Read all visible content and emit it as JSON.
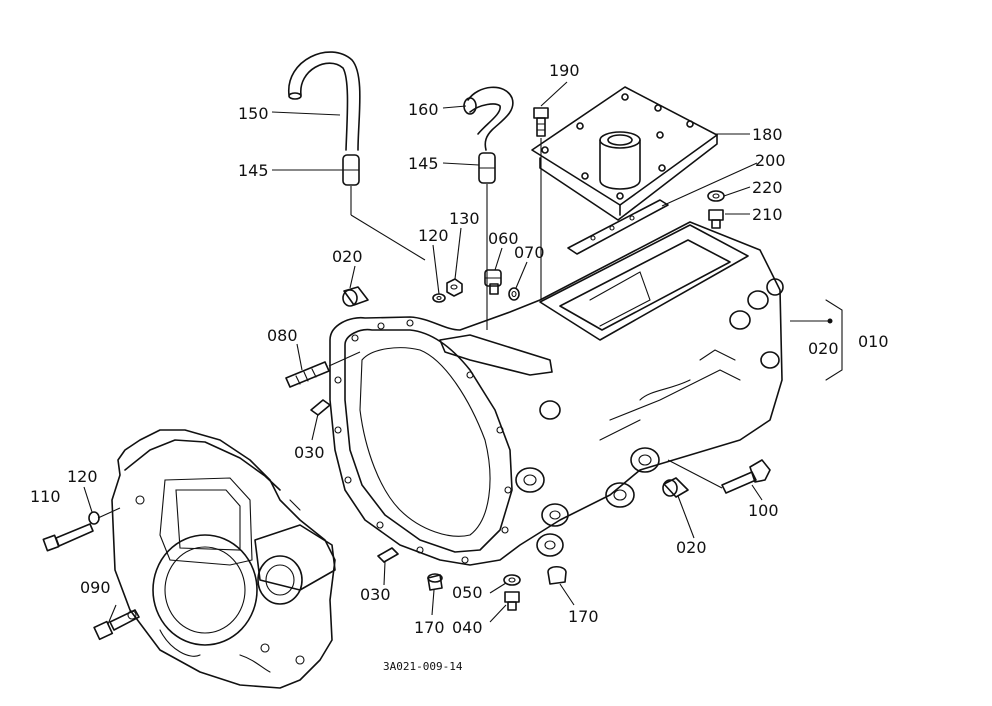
{
  "diagram": {
    "drawing_code": "3A021-009-14",
    "callouts": [
      "150",
      "160",
      "190",
      "180",
      "200",
      "220",
      "210",
      "145",
      "145",
      "130",
      "120",
      "060",
      "070",
      "020",
      "010",
      "020",
      "080",
      "030",
      "120",
      "110",
      "020",
      "100",
      "090",
      "030",
      "050",
      "170",
      "170",
      "040"
    ]
  }
}
